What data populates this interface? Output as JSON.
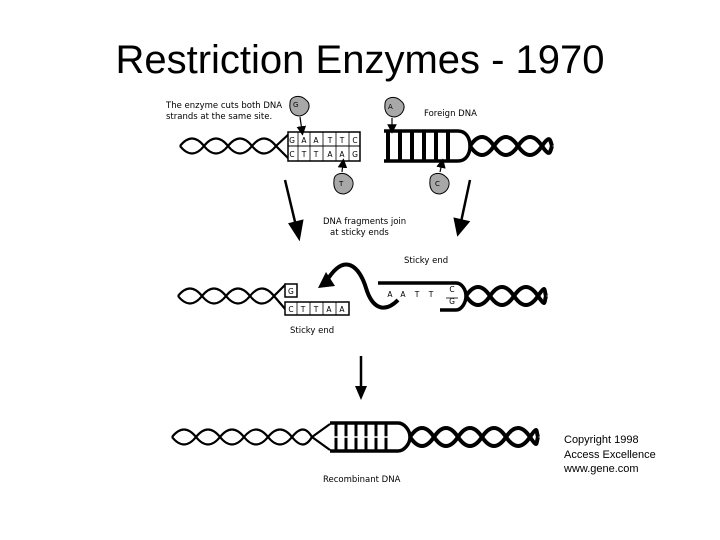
{
  "slide": {
    "title": "Restriction Enzymes - 1970"
  },
  "diagram": {
    "step1": {
      "caption_line1": "The enzyme cuts both DNA",
      "caption_line2": "strands at the same site.",
      "foreign_dna_label": "Foreign DNA",
      "top_bases": [
        "G",
        "A",
        "A",
        "T",
        "T",
        "C"
      ],
      "bottom_bases": [
        "C",
        "T",
        "T",
        "A",
        "A",
        "G"
      ],
      "enzyme_letters": [
        "G",
        "A",
        "T",
        "C"
      ]
    },
    "step2": {
      "caption_line1": "DNA fragments join",
      "caption_line2": "at sticky ends",
      "sticky_end_top_label": "Sticky end",
      "sticky_end_bottom_label": "Sticky end",
      "left_top_base": "G",
      "left_bottom_bases": [
        "C",
        "T",
        "T",
        "A",
        "A"
      ],
      "right_top_bases": [
        "A",
        "A",
        "T",
        "T",
        "C"
      ],
      "right_bottom_base": "G"
    },
    "step3": {
      "label": "Recombinant DNA"
    }
  },
  "copyright": {
    "line1": "Copyright 1998",
    "line2": "Access Excellence",
    "line3": "www.gene.com"
  }
}
